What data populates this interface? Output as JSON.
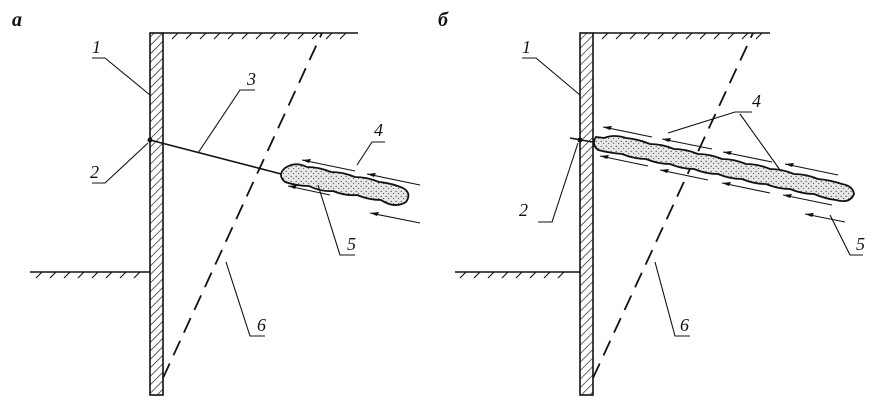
{
  "panels": [
    {
      "id": "a",
      "label": "а",
      "callouts": {
        "wall": "1",
        "anchor_head": "2",
        "tendon": "3",
        "friction_arrows": "4",
        "grout_body": "5",
        "slip_plane": "6"
      }
    },
    {
      "id": "b",
      "label": "б",
      "callouts": {
        "wall": "1",
        "anchor_head": "2",
        "friction_arrows": "4",
        "grout_body": "5",
        "slip_plane": "6"
      }
    }
  ],
  "colors": {
    "ink": "#111111",
    "background": "#ffffff"
  }
}
